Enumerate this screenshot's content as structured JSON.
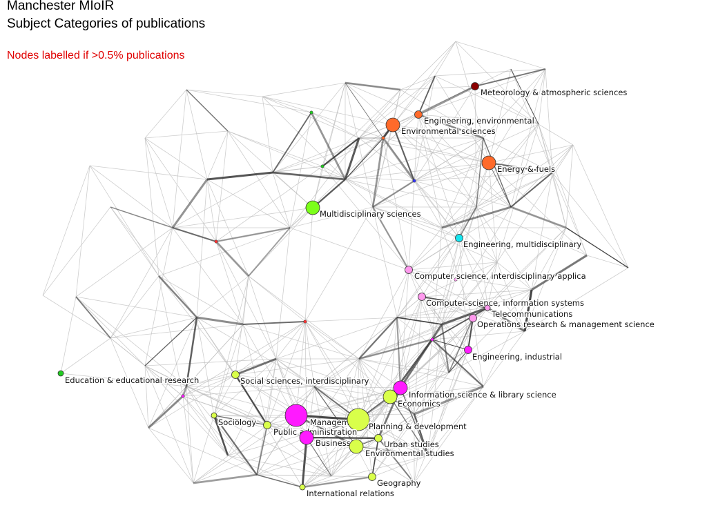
{
  "header": {
    "title": "Manchester MIoIR",
    "subtitle": "Subject Categories of publications",
    "note": "Nodes labelled if >0.5% publications"
  },
  "colors": {
    "note": "#e00000",
    "edge_light": "#bdbdbd",
    "edge_dark": "#3a3a3a",
    "node_outline": "#333333",
    "orange": "#ff6a2a",
    "lime": "#7cff1a",
    "yellowgreen": "#d9ff4a",
    "magenta": "#ff1aff",
    "pink": "#ff99ee",
    "cyan": "#16e6f0",
    "darkred": "#8b0000",
    "green": "#22cc22",
    "red": "#ff3333",
    "blue": "#3333ff"
  },
  "nodes": [
    {
      "label": "Meteorology & atmospheric sciences",
      "color": "darkred",
      "size": "small"
    },
    {
      "label": "Engineering, environmental",
      "color": "orange",
      "size": "small"
    },
    {
      "label": "Environmental sciences",
      "color": "orange",
      "size": "medium"
    },
    {
      "label": "Energy & fuels",
      "color": "orange",
      "size": "medium"
    },
    {
      "label": "Multidisciplinary sciences",
      "color": "lime",
      "size": "medium"
    },
    {
      "label": "Engineering, multidisciplinary",
      "color": "cyan",
      "size": "small"
    },
    {
      "label": "Computer science, interdisciplinary applica",
      "color": "pink",
      "size": "small"
    },
    {
      "label": "Computer science, information systems",
      "color": "pink",
      "size": "small"
    },
    {
      "label": "Telecommunications",
      "color": "pink",
      "size": "tiny"
    },
    {
      "label": "Operations research & management science",
      "color": "pink",
      "size": "small"
    },
    {
      "label": "Engineering, industrial",
      "color": "magenta",
      "size": "small"
    },
    {
      "label": "Education & educational research",
      "color": "green",
      "size": "tiny"
    },
    {
      "label": "Social sciences, interdisciplinary",
      "color": "yellowgreen",
      "size": "small"
    },
    {
      "label": "Information science & library science",
      "color": "magenta",
      "size": "medium"
    },
    {
      "label": "Economics",
      "color": "yellowgreen",
      "size": "medium"
    },
    {
      "label": "Management",
      "color": "magenta",
      "size": "large"
    },
    {
      "label": "Sociology",
      "color": "yellowgreen",
      "size": "tiny"
    },
    {
      "label": "Planning & development",
      "color": "yellowgreen",
      "size": "large"
    },
    {
      "label": "Public administration",
      "color": "yellowgreen",
      "size": "small"
    },
    {
      "label": "Business",
      "color": "magenta",
      "size": "medium"
    },
    {
      "label": "Urban studies",
      "color": "yellowgreen",
      "size": "small"
    },
    {
      "label": "Environmental studies",
      "color": "yellowgreen",
      "size": "medium"
    },
    {
      "label": "Geography",
      "color": "yellowgreen",
      "size": "small"
    },
    {
      "label": "International relations",
      "color": "yellowgreen",
      "size": "tiny"
    }
  ]
}
